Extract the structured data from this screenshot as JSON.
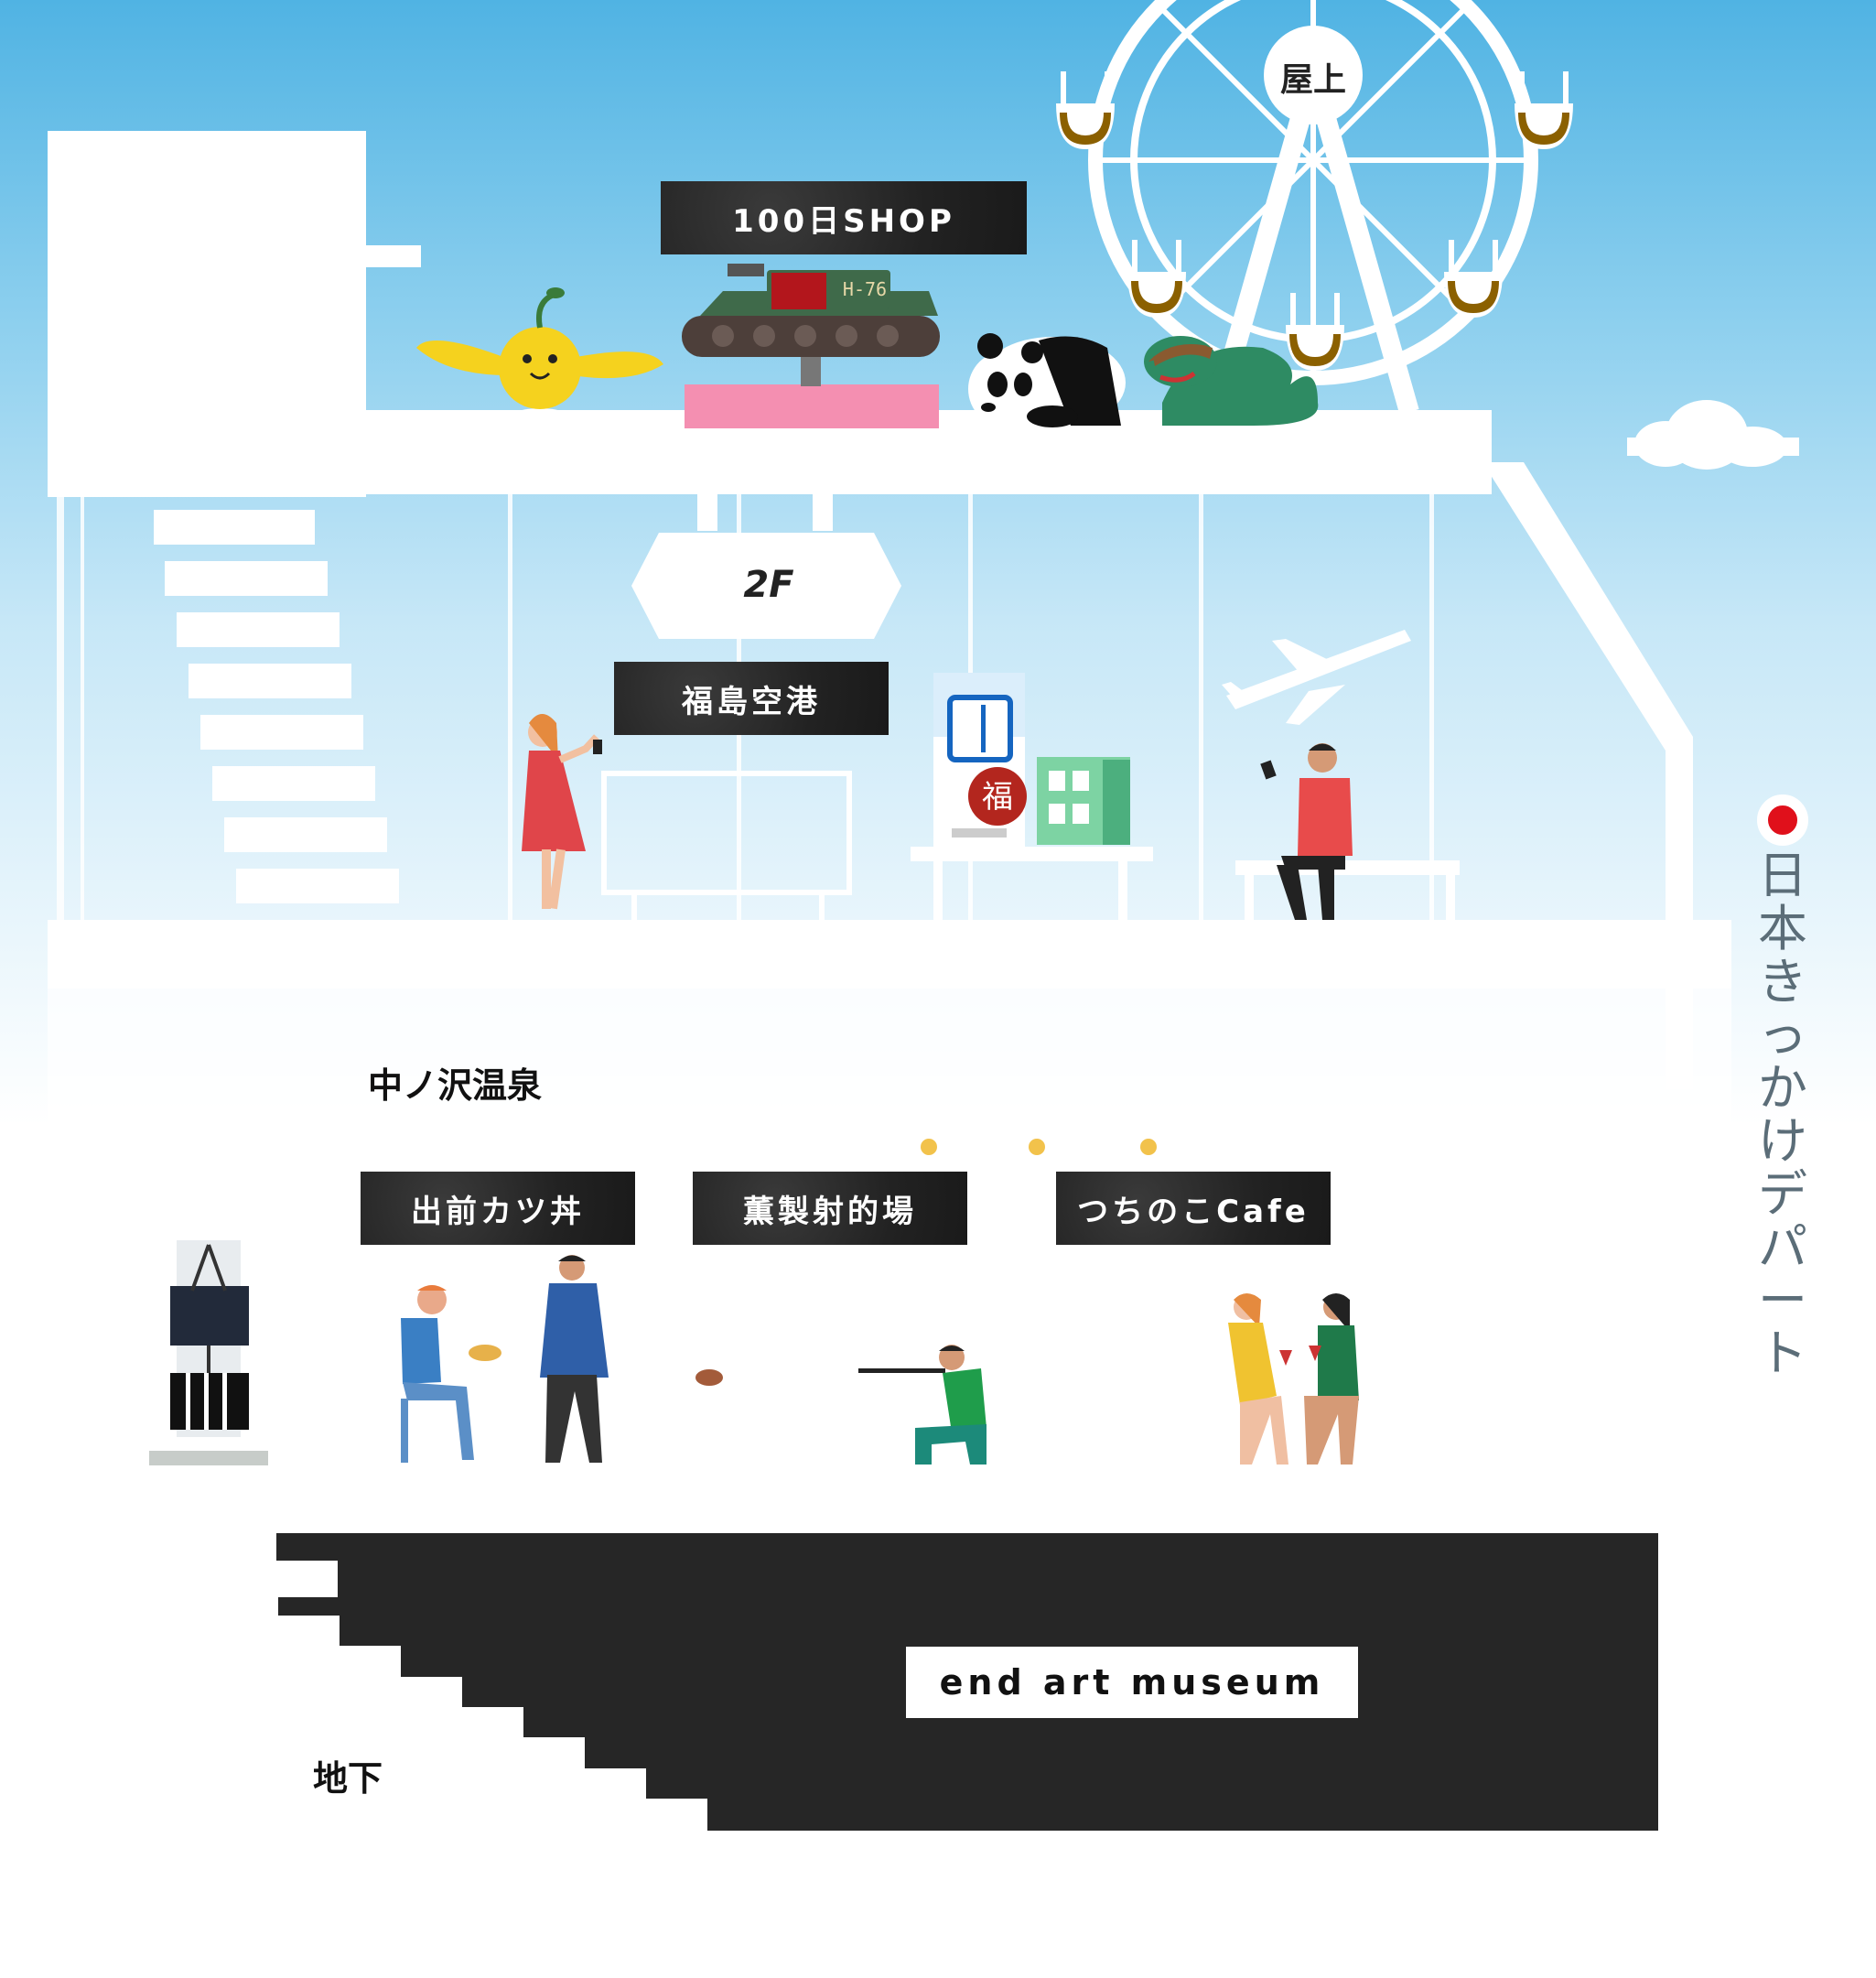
{
  "site_title_chars": [
    "日",
    "本",
    "き",
    "っ",
    "か",
    "け",
    "デ",
    "パ",
    "ー",
    "ト"
  ],
  "floors": {
    "rooftop": "屋上",
    "second": "2F",
    "first": "中ノ沢温泉",
    "basement": "地下"
  },
  "signs": {
    "shop": "100日SHOP",
    "airport": "福島空港",
    "katsudon": "出前カツ丼",
    "shooting": "薫製射的場",
    "cafe": "つちのこCafe",
    "museum": "end art museum"
  },
  "tank_label": "H-76",
  "fuku_char": "福",
  "colors": {
    "sky_top": "#50b3e3",
    "sign_bg": "#262626",
    "basement": "#262626",
    "japan_red": "#e0101b",
    "title_gray": "#5b6d78",
    "pink_pedestal": "#f48fb1",
    "tank_green": "#3f6a4a",
    "mascot_yellow": "#f5d21e"
  }
}
